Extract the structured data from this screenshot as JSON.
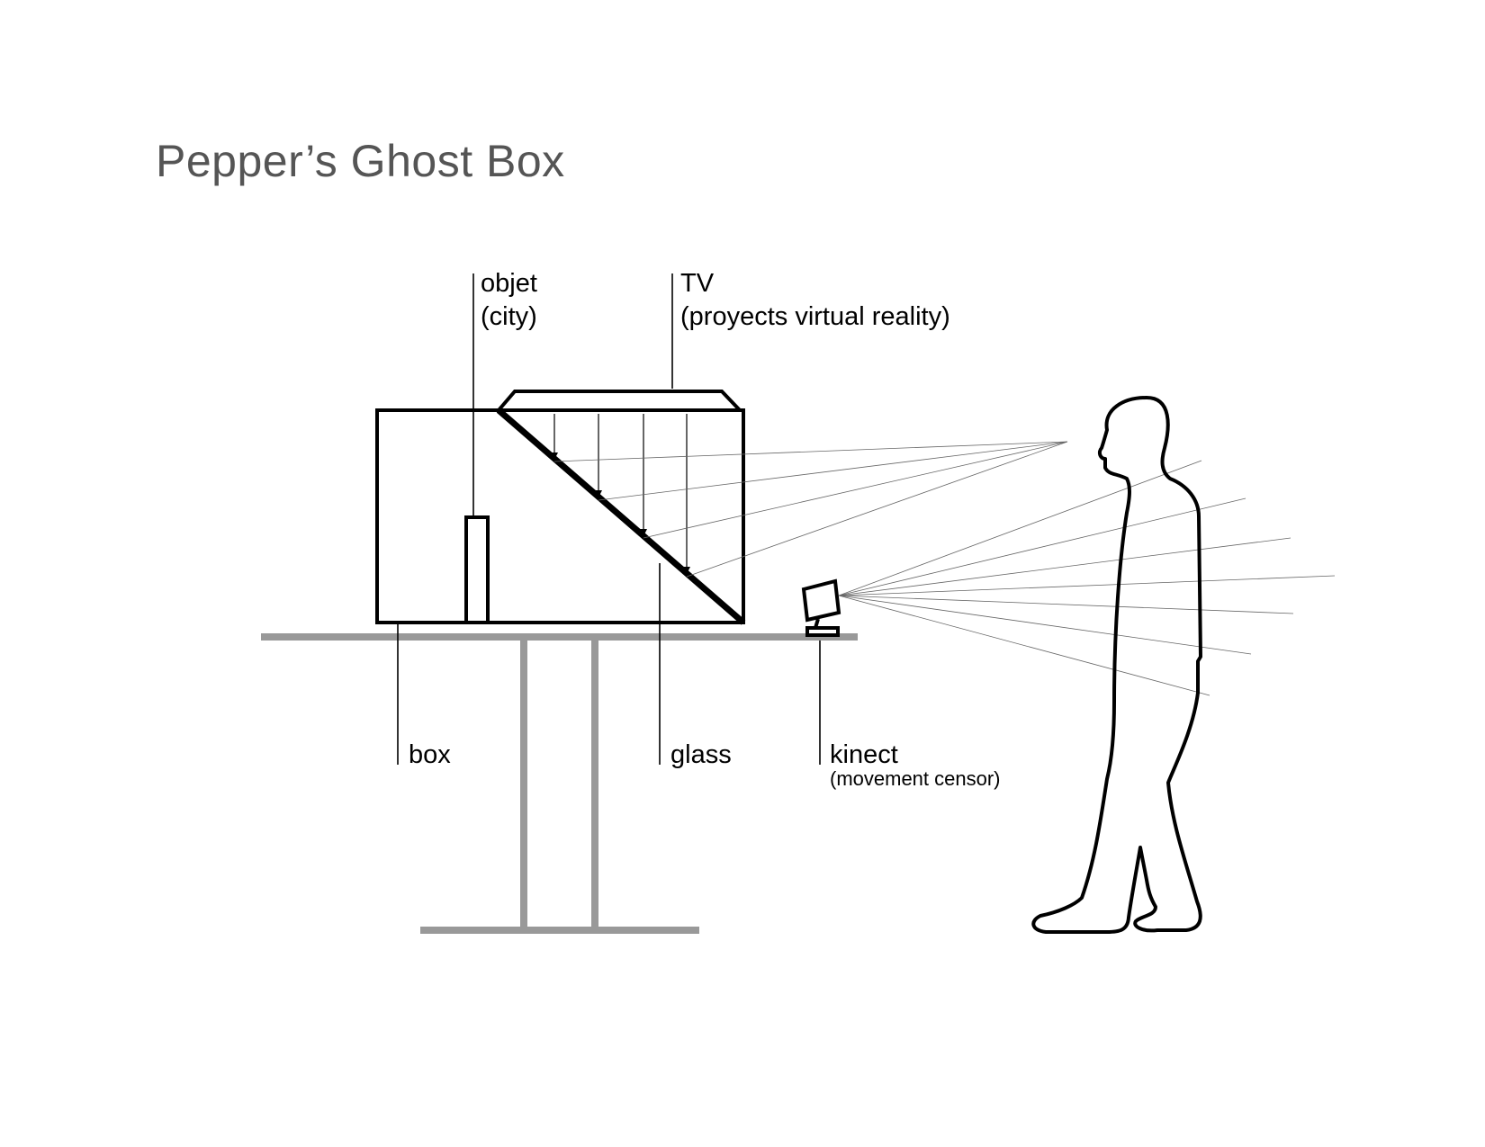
{
  "title": "Pepper’s Ghost Box",
  "labels": {
    "objet": "objet",
    "objet_sub": "(city)",
    "tv": "TV",
    "tv_sub": "(proyects virtual reality)",
    "box": "box",
    "glass": "glass",
    "kinect": "kinect",
    "kinect_sub": "(movement censor)"
  },
  "colors": {
    "title": "#555555",
    "line": "#000000",
    "table": "#999999",
    "ray": "#555555"
  }
}
